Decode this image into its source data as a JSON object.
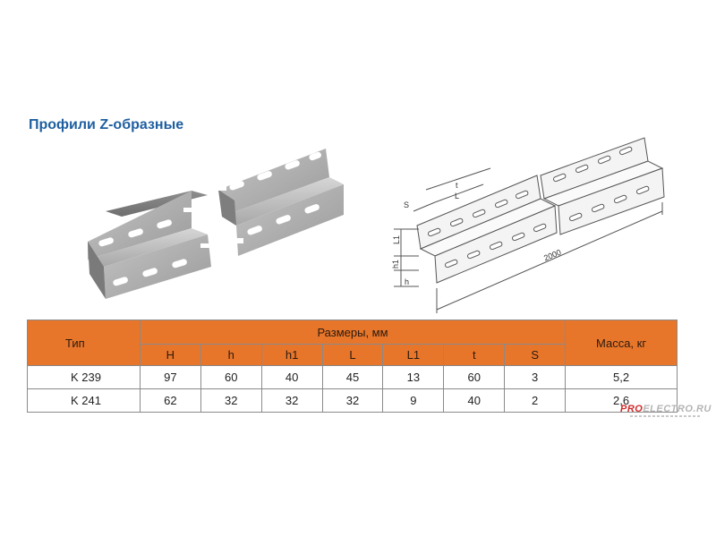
{
  "page": {
    "title": "Профили Z-образные"
  },
  "drawing": {
    "dim_s": "S",
    "dim_t": "t",
    "dim_l": "L",
    "dim_l1": "L1",
    "dim_h1": "h1",
    "dim_h": "h",
    "dim_length": "2000"
  },
  "table": {
    "col_type": "Тип",
    "col_dimensions": "Размеры, мм",
    "col_mass": "Масса, кг",
    "sub_headers": [
      "H",
      "h",
      "h1",
      "L",
      "L1",
      "t",
      "S"
    ],
    "rows": [
      {
        "type": "K 239",
        "H": "97",
        "h": "60",
        "h1": "40",
        "L": "45",
        "L1": "13",
        "t": "60",
        "S": "3",
        "mass": "5,2"
      },
      {
        "type": "K 241",
        "H": "62",
        "h": "32",
        "h1": "32",
        "L": "32",
        "L1": "9",
        "t": "40",
        "S": "2",
        "mass": "2,6"
      }
    ]
  },
  "watermark": {
    "red_part": "PRO",
    "gray_part": "ELECTRO.RU"
  },
  "colors": {
    "title": "#1f5fa0",
    "table_header": "#e8762a",
    "steel": "#b8b8b8"
  }
}
